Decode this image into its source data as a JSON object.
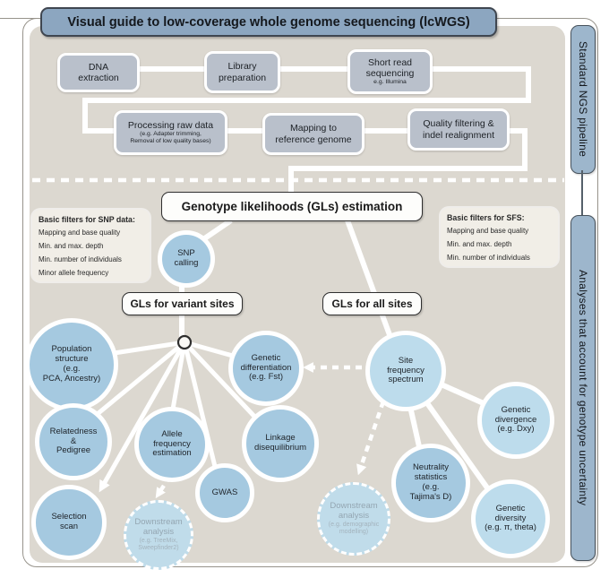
{
  "title": "Visual guide to low-coverage whole genome sequencing (lcWGS)",
  "side_tabs": {
    "top": "Standard NGS pipeline",
    "bottom": "Analyses that account for genotype uncertainty"
  },
  "pipeline": {
    "row1": [
      {
        "label": "DNA\nextraction"
      },
      {
        "label": "Library\npreparation"
      },
      {
        "label": "Short read\nsequencing",
        "sub": "e.g. Illumina"
      }
    ],
    "row2": [
      {
        "label": "Processing raw data",
        "sub": "(e.g. Adapter trimming,\nRemoval of low quality bases)"
      },
      {
        "label": "Mapping to\nreference genome"
      },
      {
        "label": "Quality filtering &\nindel realignment"
      }
    ]
  },
  "gl_box": "Genotype likelihoods (GLs) estimation",
  "filters_snp": {
    "title": "Basic filters for SNP data:",
    "items": [
      "Mapping and base quality",
      "Min. and max. depth",
      "Min. number of individuals",
      "Minor allele frequency"
    ]
  },
  "filters_sfs": {
    "title": "Basic filters for SFS:",
    "items": [
      "Mapping and base quality",
      "Min. and max. depth",
      "Min. number of individuals"
    ]
  },
  "branch_labels": {
    "variant": "GLs for variant sites",
    "all": "GLs for all sites"
  },
  "circles": {
    "snp_calling": {
      "label": "SNP\ncalling"
    },
    "population": {
      "label": "Population\nstructure",
      "sub": "(e.g.\nPCA, Ancestry)"
    },
    "relatedness": {
      "label": "Relatedness\n&\nPedigree"
    },
    "selection": {
      "label": "Selection\nscan"
    },
    "allele": {
      "label": "Allele\nfrequency\nestimation"
    },
    "downstream_variant": {
      "label": "Downstream\nanalysis",
      "sub": "(e.g. TreeMix,\nSweepfinder2)"
    },
    "gwas": {
      "label": "GWAS"
    },
    "differentiation": {
      "label": "Genetic\ndifferentiation",
      "sub": "(e.g. Fst)"
    },
    "linkage": {
      "label": "Linkage\ndisequilibrium"
    },
    "sfs": {
      "label": "Site\nfrequency\nspectrum"
    },
    "divergence": {
      "label": "Genetic\ndivergence",
      "sub": "(e.g. Dxy)"
    },
    "neutrality": {
      "label": "Neutrality\nstatistics",
      "sub": "(e.g.\nTajima's D)"
    },
    "diversity": {
      "label": "Genetic\ndiversity",
      "sub": "(e.g. π, theta)"
    },
    "downstream_sfs": {
      "label": "Downstream\nanalysis",
      "sub": "(e.g. demographic\nmodelling)"
    }
  },
  "colors": {
    "panel_bg": "#dcd8d0",
    "header_blue": "#8ca6c0",
    "tab_blue": "#9db6cc",
    "pipeline_box_gray": "#b9c0cb",
    "circle_blue": "#a5c9e0",
    "circle_light_blue": "#bddcec",
    "connector_white": "#ffffff"
  }
}
